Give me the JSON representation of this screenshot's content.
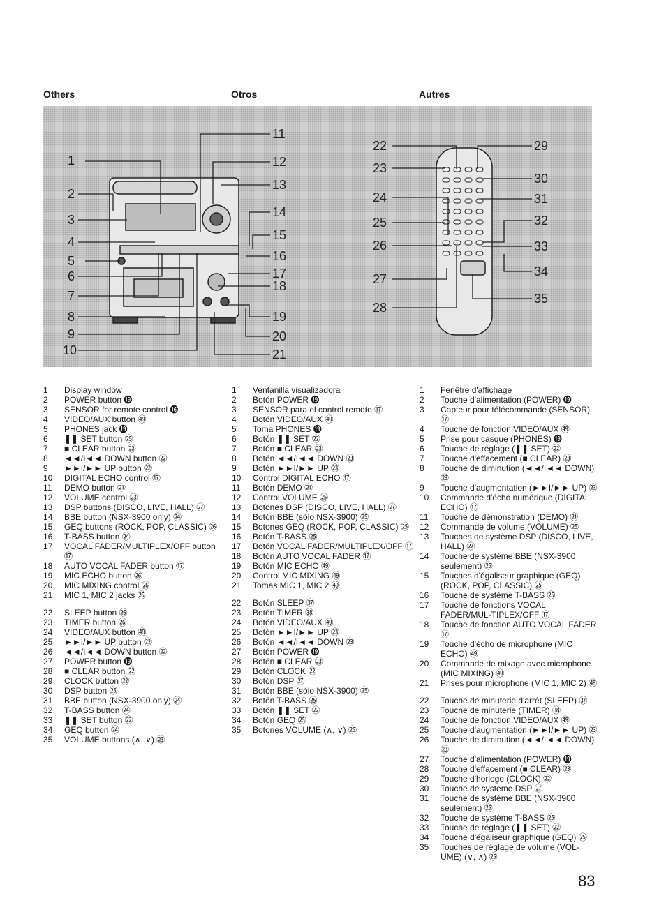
{
  "headings": {
    "en": "Others",
    "es": "Otros",
    "fr": "Autres"
  },
  "page_number": "83",
  "callout_numbers": [
    "1",
    "2",
    "3",
    "4",
    "5",
    "6",
    "7",
    "8",
    "9",
    "10",
    "11",
    "12",
    "13",
    "14",
    "15",
    "16",
    "17",
    "18",
    "19",
    "20",
    "21",
    "22",
    "23",
    "24",
    "25",
    "26",
    "27",
    "28",
    "29",
    "30",
    "31",
    "32",
    "33",
    "34",
    "35"
  ],
  "lists": {
    "en": [
      {
        "n": "1",
        "t": "Display window"
      },
      {
        "n": "2",
        "t": "POWER button ⓳"
      },
      {
        "n": "3",
        "t": "SENSOR for remote control ⓰"
      },
      {
        "n": "4",
        "t": "VIDEO/AUX button ㊾"
      },
      {
        "n": "5",
        "t": "PHONES jack ⓳"
      },
      {
        "n": "6",
        "t": "❚❚ SET button ㉕"
      },
      {
        "n": "7",
        "t": "■ CLEAR button ㉒"
      },
      {
        "n": "8",
        "t": "◄◄/I◄◄ DOWN button ㉒"
      },
      {
        "n": "9",
        "t": "►►I/►► UP button ㉒"
      },
      {
        "n": "10",
        "t": "DIGITAL ECHO control ⑰"
      },
      {
        "n": "11",
        "t": "DEMO button ㉑"
      },
      {
        "n": "12",
        "t": "VOLUME control ㉓"
      },
      {
        "n": "13",
        "t": "DSP buttons (DISCO, LIVE, HALL) ㉗"
      },
      {
        "n": "14",
        "t": "BBE button (NSX-3900 only) ㉔"
      },
      {
        "n": "15",
        "t": "GEQ buttons (ROCK, POP, CLASSIC) ㉖"
      },
      {
        "n": "16",
        "t": "T-BASS button ㉔"
      },
      {
        "n": "17",
        "t": "VOCAL FADER/MULTIPLEX/OFF button ⑰"
      },
      {
        "n": "18",
        "t": "AUTO VOCAL FADER button ⑰"
      },
      {
        "n": "19",
        "t": "MIC ECHO button ㉖"
      },
      {
        "n": "20",
        "t": "MIC MIXING control ㉖"
      },
      {
        "n": "21",
        "t": "MIC 1, MIC 2 jacks ㉖"
      },
      {
        "n": "",
        "t": ""
      },
      {
        "n": "22",
        "t": "SLEEP button ㉖"
      },
      {
        "n": "23",
        "t": "TIMER button ㉖"
      },
      {
        "n": "24",
        "t": "VIDEO/AUX button ㊾"
      },
      {
        "n": "25",
        "t": "►►I/►► UP button ㉒"
      },
      {
        "n": "26",
        "t": "◄◄/I◄◄ DOWN button ㉒"
      },
      {
        "n": "27",
        "t": "POWER button ⓳"
      },
      {
        "n": "28",
        "t": "■ CLEAR button ㉒"
      },
      {
        "n": "29",
        "t": "CLOCK button ㉒"
      },
      {
        "n": "30",
        "t": "DSP button ㉕"
      },
      {
        "n": "31",
        "t": "BBE button (NSX-3900 only) ㉔"
      },
      {
        "n": "32",
        "t": "T-BASS button ㉔"
      },
      {
        "n": "33",
        "t": "❚❚ SET button ㉒"
      },
      {
        "n": "34",
        "t": "GEQ button ㉔"
      },
      {
        "n": "35",
        "t": "VOLUME buttons (∧, ∨) ㉓"
      }
    ],
    "es": [
      {
        "n": "1",
        "t": "Ventanilla visualizadora"
      },
      {
        "n": "2",
        "t": "Botón POWER ⓳"
      },
      {
        "n": "3",
        "t": "SENSOR para el control remoto ⑰"
      },
      {
        "n": "4",
        "t": "Botón VIDEO/AUX ㊾"
      },
      {
        "n": "5",
        "t": "Toma PHONES ⓳"
      },
      {
        "n": "6",
        "t": "Botón ❚❚ SET ㉒"
      },
      {
        "n": "7",
        "t": "Botón ■ CLEAR ㉓"
      },
      {
        "n": "8",
        "t": "Botón ◄◄/I◄◄ DOWN ㉓"
      },
      {
        "n": "9",
        "t": "Botón ►►I/►► UP ㉓"
      },
      {
        "n": "10",
        "t": "Control DIGITAL ECHO ⑰"
      },
      {
        "n": "11",
        "t": "Botón DEMO ㉑"
      },
      {
        "n": "12",
        "t": "Control VOLUME ㉕"
      },
      {
        "n": "13",
        "t": "Botones DSP (DISCO, LIVE, HALL) ㉗"
      },
      {
        "n": "14",
        "t": "Botón BBE (sólo NSX-3900) ㉕"
      },
      {
        "n": "15",
        "t": "Botones GEQ (ROCK, POP, CLASSIC) ㉕"
      },
      {
        "n": "16",
        "t": "Botón T-BASS ㉕"
      },
      {
        "n": "17",
        "t": "Botón VOCAL FADER/MULTIPLEX/OFF ⑰"
      },
      {
        "n": "18",
        "t": "Botón AUTO VOCAL FADER ⑰"
      },
      {
        "n": "19",
        "t": "Botón MIC ECHO ㊾"
      },
      {
        "n": "20",
        "t": "Control MIC MIXING ㊾"
      },
      {
        "n": "21",
        "t": "Tomas MIC 1, MIC 2 ㊾"
      },
      {
        "n": "",
        "t": ""
      },
      {
        "n": "22",
        "t": "Botón SLEEP ㊲"
      },
      {
        "n": "23",
        "t": "Botón TIMER ㊳"
      },
      {
        "n": "24",
        "t": "Botón VIDEO/AUX ㊾"
      },
      {
        "n": "25",
        "t": "Botón ►►I/►► UP ㉓"
      },
      {
        "n": "26",
        "t": "Botón ◄◄/I◄◄ DOWN ㉓"
      },
      {
        "n": "27",
        "t": "Botón POWER ⓳"
      },
      {
        "n": "28",
        "t": "Botón ■ CLEAR ㉓"
      },
      {
        "n": "29",
        "t": "Botón CLOCK ㉒"
      },
      {
        "n": "30",
        "t": "Botón DSP ㉗"
      },
      {
        "n": "31",
        "t": "Botón BBE (sólo NSX-3900) ㉕"
      },
      {
        "n": "32",
        "t": "Botón T-BASS ㉕"
      },
      {
        "n": "33",
        "t": "Botón ❚❚ SET ㉒"
      },
      {
        "n": "34",
        "t": "Botón GEQ ㉕"
      },
      {
        "n": "35",
        "t": "Botones VOLUME (∧, ∨) ㉕"
      }
    ],
    "fr": [
      {
        "n": "1",
        "t": "Fenêtre d'affichage"
      },
      {
        "n": "2",
        "t": "Touche d'alimentation (POWER) ⓳"
      },
      {
        "n": "3",
        "t": "Capteur pour télécommande (SENSOR) ⑰"
      },
      {
        "n": "4",
        "t": "Touche de fonction VIDEO/AUX ㊾"
      },
      {
        "n": "5",
        "t": "Prise pour casque (PHONES) ⓳"
      },
      {
        "n": "6",
        "t": "Touche de réglage (❚❚ SET) ㉒"
      },
      {
        "n": "7",
        "t": "Touche d'effacement (■ CLEAR) ㉓"
      },
      {
        "n": "8",
        "t": "Touche de diminution (◄◄/I◄◄ DOWN) ㉓"
      },
      {
        "n": "9",
        "t": "Touche d'augmentation (►►I/►► UP) ㉓"
      },
      {
        "n": "10",
        "t": "Commande d'écho numérique (DIGITAL ECHO) ⑰"
      },
      {
        "n": "11",
        "t": "Touche de démonstration (DEMO) ㉑"
      },
      {
        "n": "12",
        "t": "Commande de volume (VOLUME) ㉕"
      },
      {
        "n": "13",
        "t": "Touches de système DSP (DISCO, LIVE, HALL) ㉗"
      },
      {
        "n": "14",
        "t": "Touche de système BBE (NSX-3900 seulement) ㉕"
      },
      {
        "n": "15",
        "t": "Touches d'égaliseur graphique (GEQ) (ROCK, POP, CLASSIC) ㉕"
      },
      {
        "n": "16",
        "t": "Touche de système T-BASS ㉕"
      },
      {
        "n": "17",
        "t": "Touche de fonctions VOCAL FADER/MUL-TIPLEX/OFF ⑰"
      },
      {
        "n": "18",
        "t": "Touche de fonction AUTO VOCAL FADER ⑰"
      },
      {
        "n": "19",
        "t": "Touche d'écho de microphone (MIC ECHO) ㊾"
      },
      {
        "n": "20",
        "t": "Commande de mixage avec microphone (MIC MIXING) ㊾"
      },
      {
        "n": "21",
        "t": "Prises pour microphone (MIC 1, MIC 2) ㊾"
      },
      {
        "n": "",
        "t": ""
      },
      {
        "n": "22",
        "t": "Touche de minuterie d'arrêt (SLEEP) ㊲"
      },
      {
        "n": "23",
        "t": "Touche de minuterie (TIMER) ㊳"
      },
      {
        "n": "24",
        "t": "Touche de fonction VIDEO/AUX ㊾"
      },
      {
        "n": "25",
        "t": "Touche d'augmentation (►►I/►► UP) ㉓"
      },
      {
        "n": "26",
        "t": "Touche de diminution (◄◄/I◄◄ DOWN) ㉓"
      },
      {
        "n": "27",
        "t": "Touche d'alimentation (POWER) ⓳"
      },
      {
        "n": "28",
        "t": "Touche d'effacement (■ CLEAR) ㉓"
      },
      {
        "n": "29",
        "t": "Touche d'horloge (CLOCK) ㉒"
      },
      {
        "n": "30",
        "t": "Touche de système DSP ㉗"
      },
      {
        "n": "31",
        "t": "Touche de système BBE (NSX-3900 seulement) ㉕"
      },
      {
        "n": "32",
        "t": "Touche de système T-BASS ㉕"
      },
      {
        "n": "33",
        "t": "Touche de réglage (❚❚ SET) ㉒"
      },
      {
        "n": "34",
        "t": "Touche d'égaliseur graphique (GEQ) ㉕"
      },
      {
        "n": "35",
        "t": "Touches de réglage de volume (VOL-UME) (∨, ∧) ㉕"
      }
    ]
  }
}
